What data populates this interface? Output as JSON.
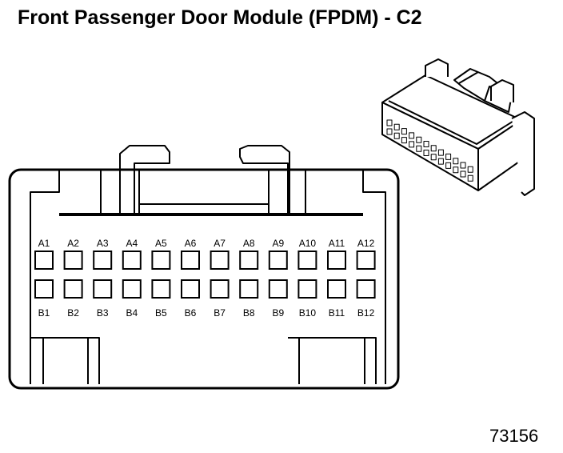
{
  "title": "Front Passenger Door Module (FPDM) - C2",
  "figure_number": "73156",
  "connector": {
    "row_a": [
      "A1",
      "A2",
      "A3",
      "A4",
      "A5",
      "A6",
      "A7",
      "A8",
      "A9",
      "A10",
      "A11",
      "A12"
    ],
    "row_b": [
      "B1",
      "B2",
      "B3",
      "B4",
      "B5",
      "B6",
      "B7",
      "B8",
      "B9",
      "B10",
      "B11",
      "B12"
    ]
  },
  "colors": {
    "line": "#000000",
    "background": "#ffffff"
  }
}
